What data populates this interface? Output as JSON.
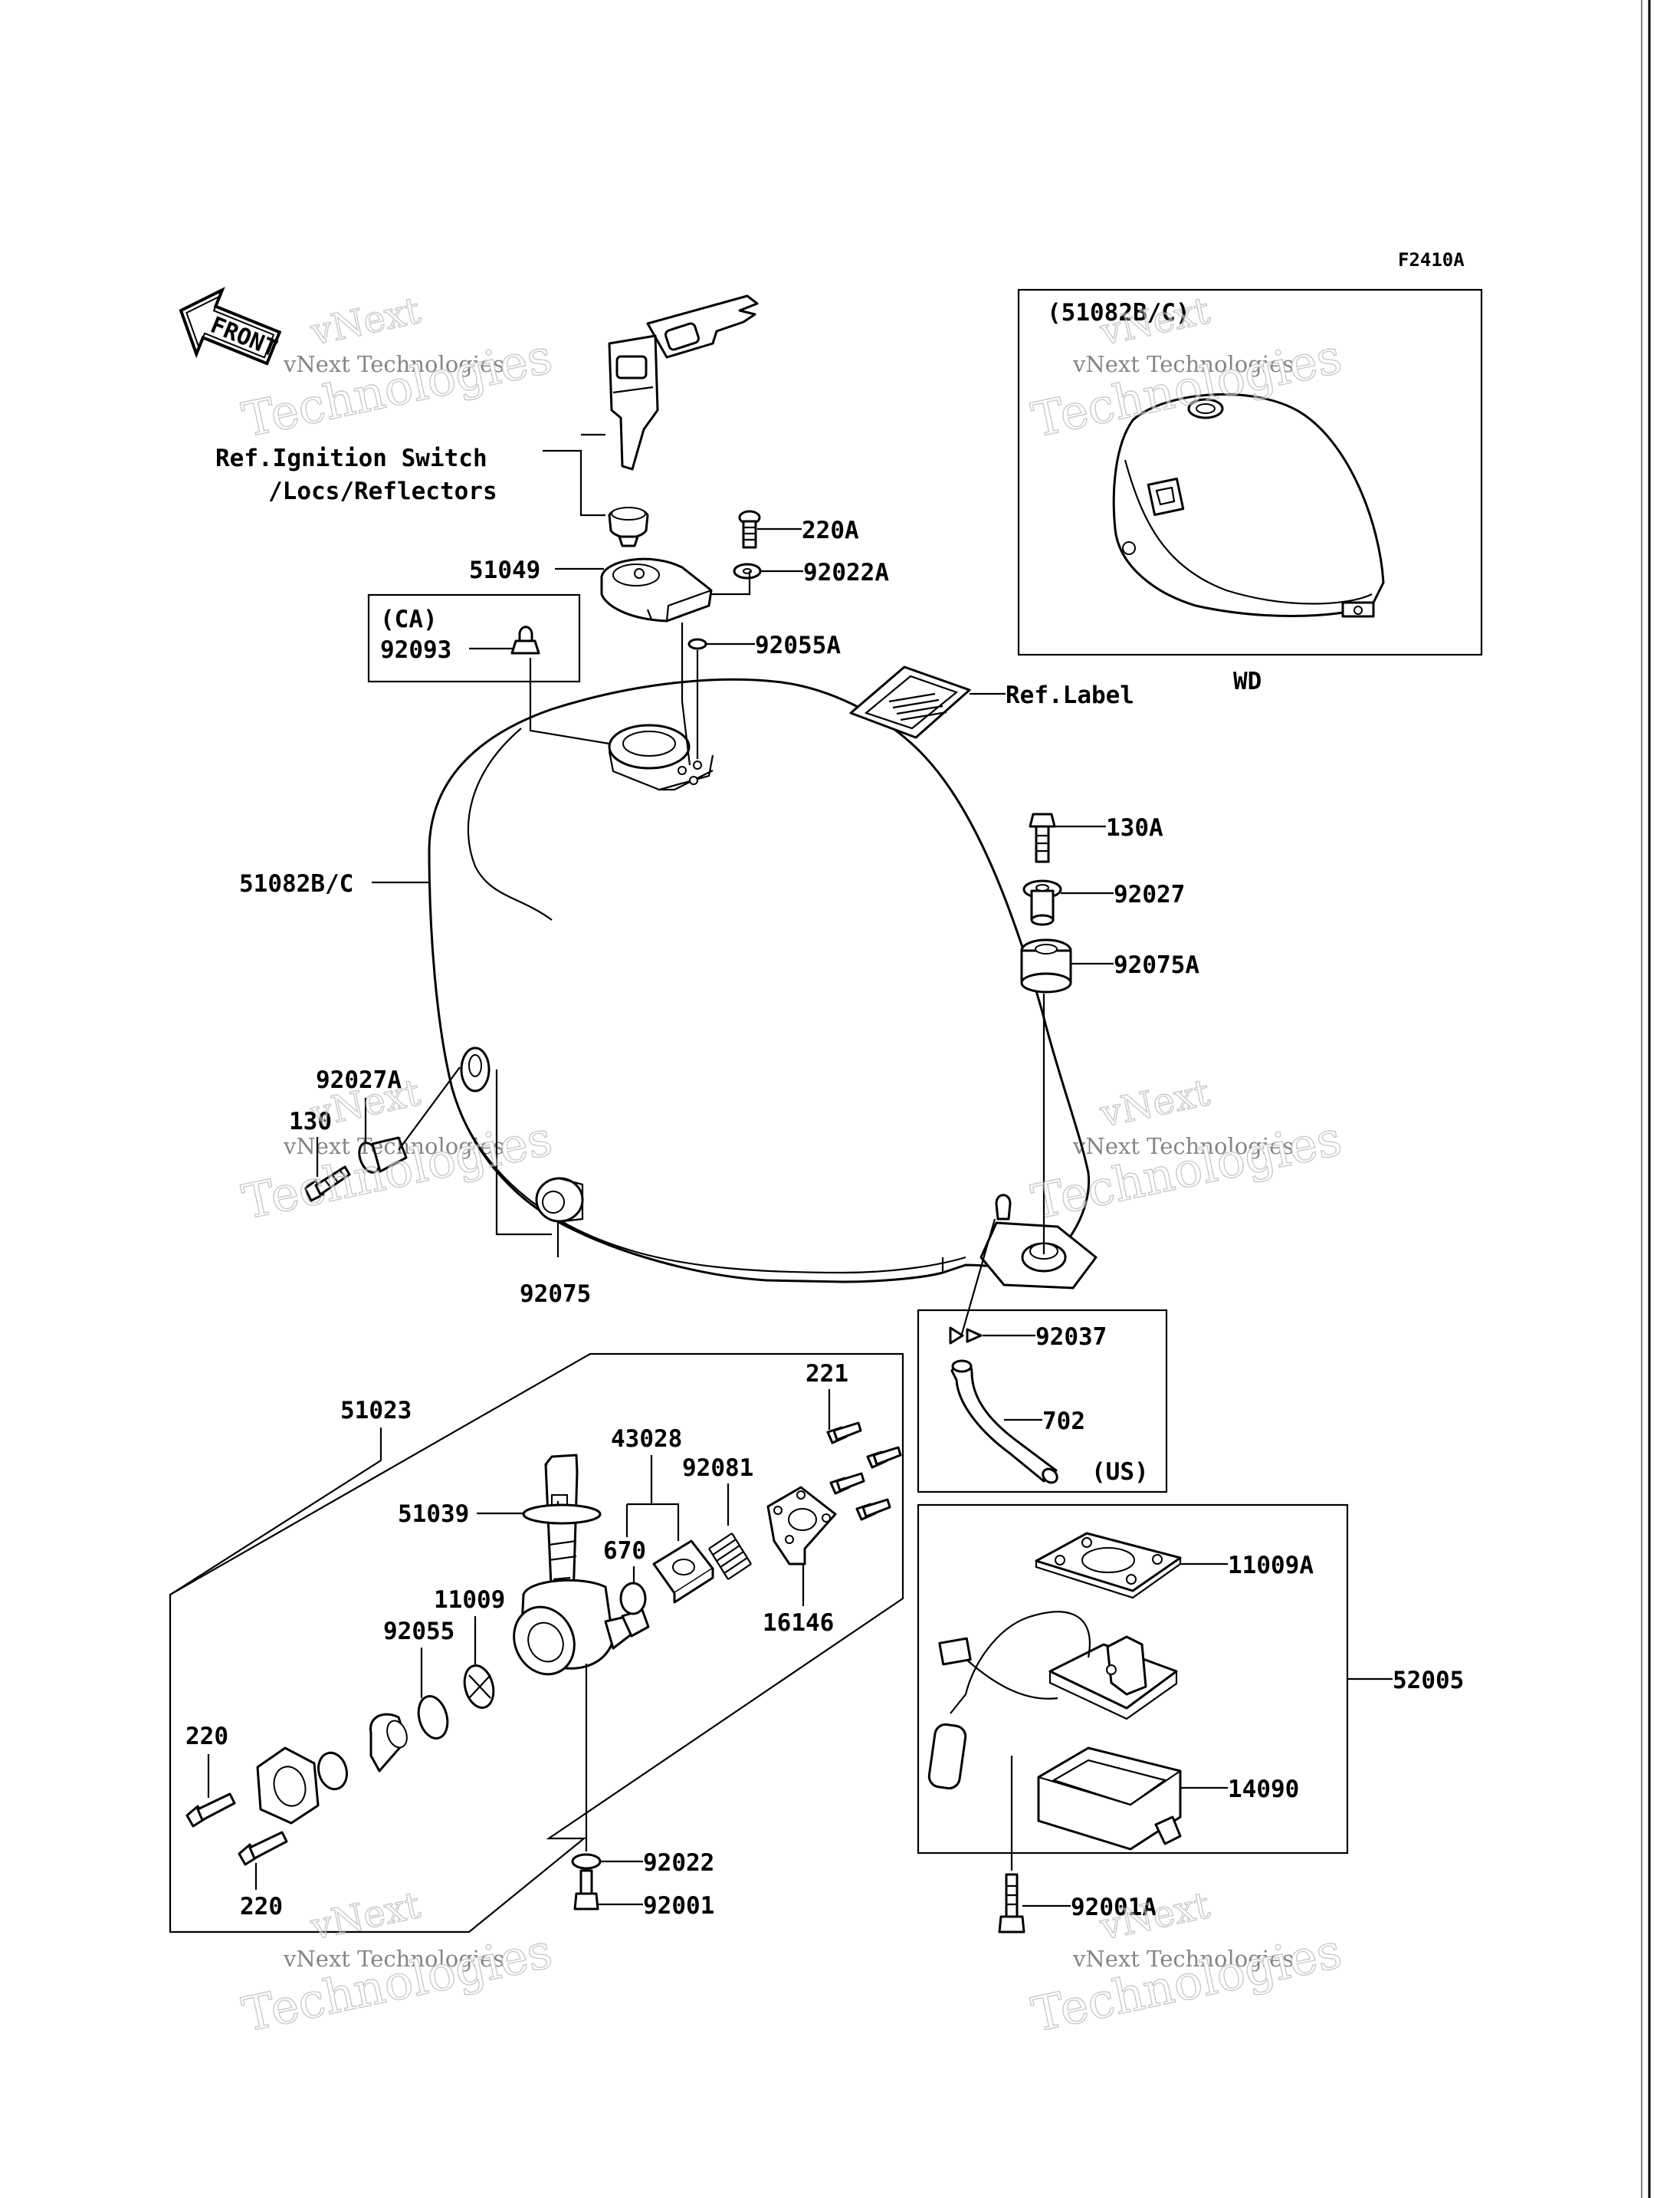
{
  "diagram_id": "F2410A",
  "front_label": "FRONT",
  "watermark": {
    "line1": "vNext",
    "line2": "vNext Technologies",
    "line3": "Technologies"
  },
  "insets": {
    "wd": {
      "ref": "(51082B/C)",
      "caption": "WD"
    },
    "ca": {
      "tag": "(CA)",
      "part": "92093"
    },
    "us": {
      "tag": "(US)"
    }
  },
  "references": {
    "ignition": "Ref.Ignition Switch",
    "locks": "/Locs/Reflectors",
    "label": "Ref.Label"
  },
  "parts": {
    "p220A": "220A",
    "p92022A": "92022A",
    "p51049": "51049",
    "p92055A": "92055A",
    "p51082BC": "51082B/C",
    "p130A": "130A",
    "p92027": "92027",
    "p92075A": "92075A",
    "p92027A": "92027A",
    "p130": "130",
    "p92075": "92075",
    "p92037": "92037",
    "p702": "702",
    "p51023": "51023",
    "p221": "221",
    "p43028": "43028",
    "p92081": "92081",
    "p51039": "51039",
    "p670": "670",
    "p16146": "16146",
    "p11009": "11009",
    "p92055": "92055",
    "p220a": "220",
    "p220b": "220",
    "p92022": "92022",
    "p92001": "92001",
    "p11009A": "11009A",
    "p52005": "52005",
    "p14090": "14090",
    "p92001A": "92001A"
  }
}
